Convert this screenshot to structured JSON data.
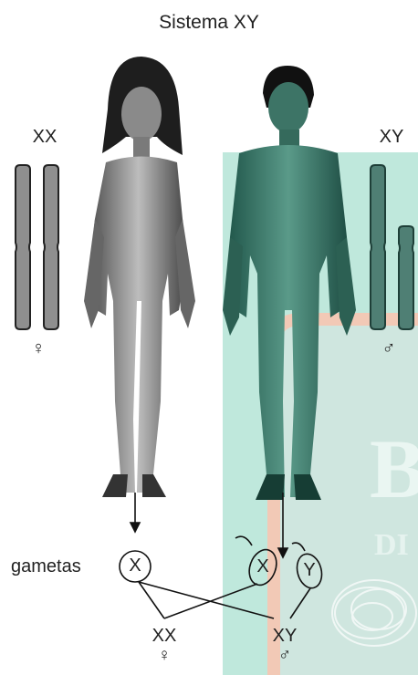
{
  "title": "Sistema XY",
  "female": {
    "karyotype": "XX",
    "symbol": "♀"
  },
  "male": {
    "karyotype": "XY",
    "symbol": "♂"
  },
  "gametes": {
    "label": "gametas",
    "female": [
      "X"
    ],
    "male": [
      "X",
      "Y"
    ]
  },
  "offspring": [
    {
      "karyotype": "XX",
      "symbol": "♀"
    },
    {
      "karyotype": "XY",
      "symbol": "♂"
    }
  ],
  "colors": {
    "chromosome_fill": "#8f8f8f",
    "male_tint": "#2f7a6a",
    "overlay_green": "#bfe8dc",
    "overlay_inner": "#cfe6df",
    "overlay_border": "#f2c9b6"
  }
}
